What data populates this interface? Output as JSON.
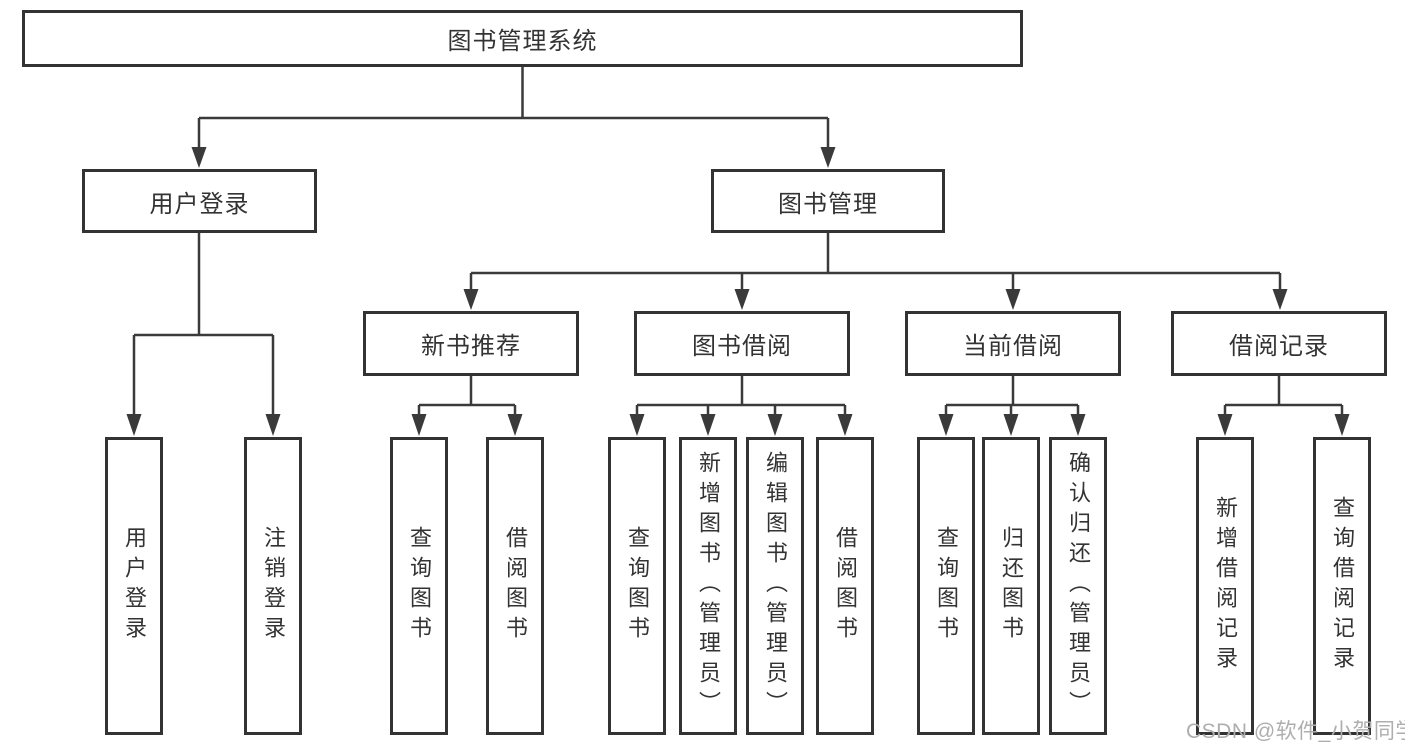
{
  "diagram": {
    "root": {
      "label": "图书管理系统"
    },
    "branches": [
      {
        "label": "用户登录",
        "children": [
          {
            "label": "用户登录"
          },
          {
            "label": "注销登录"
          }
        ]
      },
      {
        "label": "图书管理",
        "children": [
          {
            "label": "新书推荐",
            "children": [
              {
                "label": "查询图书"
              },
              {
                "label": "借阅图书"
              }
            ]
          },
          {
            "label": "图书借阅",
            "children": [
              {
                "label": "查询图书"
              },
              {
                "label": "新增图书（管理员）"
              },
              {
                "label": "编辑图书（管理员）"
              },
              {
                "label": "借阅图书"
              }
            ]
          },
          {
            "label": "当前借阅",
            "children": [
              {
                "label": "查询图书"
              },
              {
                "label": "归还图书"
              },
              {
                "label": "确认归还（管理员）"
              }
            ]
          },
          {
            "label": "借阅记录",
            "children": [
              {
                "label": "新增借阅记录"
              },
              {
                "label": "查询借阅记录"
              }
            ]
          }
        ]
      }
    ]
  },
  "watermark": {
    "text": "CSDN @软件_小贺同学"
  },
  "colors": {
    "line": "#3a3a3a",
    "box_border": "#333333",
    "text": "#333333",
    "watermark": "#aeaeae",
    "background": "#ffffff"
  }
}
